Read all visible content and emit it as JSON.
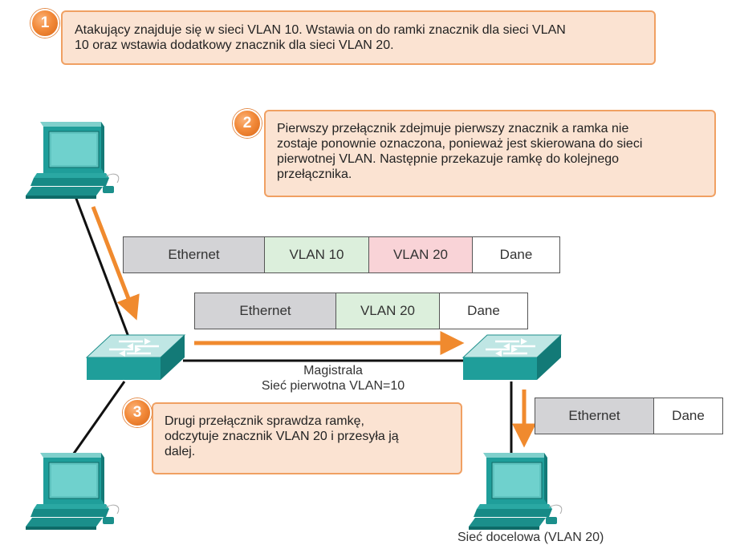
{
  "callouts": [
    {
      "number": "1",
      "lines": [
        "Atakujący znajduje się w sieci VLAN 10. Wstawia on do ramki znacznik dla sieci VLAN",
        "10 oraz wstawia dodatkowy znacznik dla sieci VLAN 20."
      ]
    },
    {
      "number": "2",
      "lines": [
        "Pierwszy przełącznik zdejmuje pierwszy znacznik a ramka nie",
        "zostaje ponownie oznaczona, ponieważ jest skierowana do sieci",
        "pierwotnej VLAN. Następnie przekazuje ramkę do kolejnego",
        "przełącznika."
      ]
    },
    {
      "number": "3",
      "lines": [
        "Drugi przełącznik sprawdza ramkę,",
        "odczytuje znacznik VLAN 20 i przesyła ją",
        "dalej."
      ]
    }
  ],
  "frames": {
    "double_tagged": [
      "Ethernet",
      "VLAN 10",
      "VLAN 20",
      "Dane"
    ],
    "single_tagged": [
      "Ethernet",
      "VLAN 20",
      "Dane"
    ],
    "untagged": [
      "Ethernet",
      "Dane"
    ]
  },
  "trunk": {
    "line1": "Magistrala",
    "line2": "Sieć pierwotna VLAN=10"
  },
  "destination_label": "Sieć docelowa (VLAN 20)",
  "colors": {
    "callout_fill": "#fbe3d2",
    "callout_border": "#f0a062",
    "badge": "#f28a3a",
    "arrow": "#f08a2e",
    "ethernet_cell": "#d3d3d6",
    "vlan10_cell": "#dcefdc",
    "vlan20_cell": "#f9d3d7",
    "data_cell": "#ffffff",
    "device_teal": "#1f9e9a"
  },
  "icons": [
    "computer-icon",
    "switch-icon",
    "arrow-icon"
  ]
}
